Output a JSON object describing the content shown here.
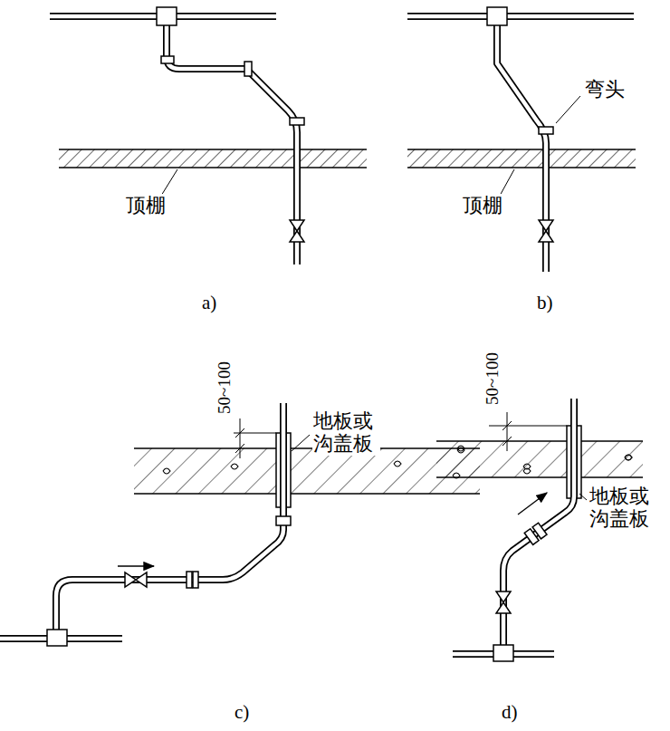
{
  "diagram": {
    "labels": [
      "弯头",
      "顶棚",
      "顶棚",
      "a)",
      "b)",
      "50~100",
      "地板或 沟盖板",
      "50~100",
      "地板或 沟盖板",
      "c)",
      "d)"
    ]
  }
}
